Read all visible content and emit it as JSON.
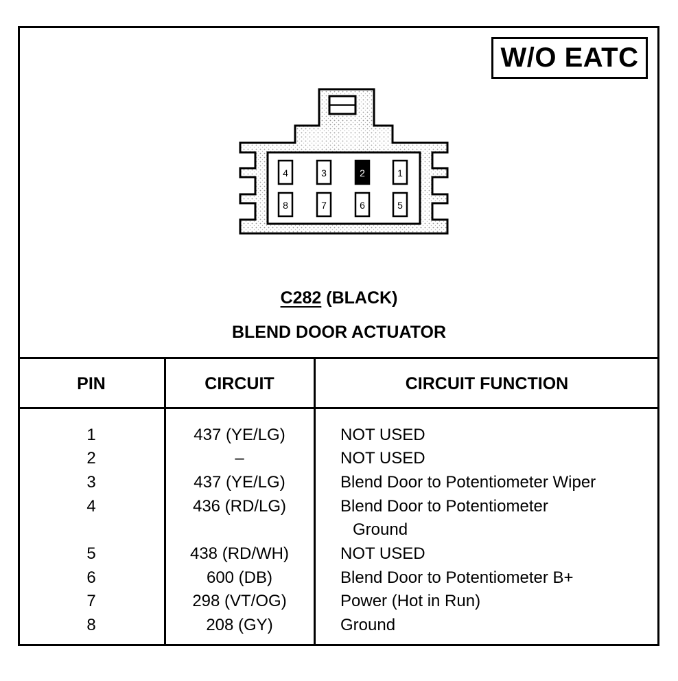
{
  "badge": "W/O EATC",
  "connector": {
    "code": "C282",
    "color_label": "(BLACK)",
    "name": "BLEND DOOR ACTUATOR",
    "pins_top": [
      "4",
      "3",
      "2",
      "1"
    ],
    "pins_bottom": [
      "8",
      "7",
      "6",
      "5"
    ],
    "highlighted_pin": "2"
  },
  "table": {
    "headers": {
      "pin": "PIN",
      "circuit": "CIRCUIT",
      "function": "CIRCUIT FUNCTION"
    },
    "rows": [
      {
        "pin": "1",
        "circuit": "437 (YE/LG)",
        "function": "NOT USED",
        "function2": ""
      },
      {
        "pin": "2",
        "circuit": "–",
        "function": "NOT USED",
        "function2": ""
      },
      {
        "pin": "3",
        "circuit": "437 (YE/LG)",
        "function": "Blend Door to Potentiometer Wiper",
        "function2": ""
      },
      {
        "pin": "4",
        "circuit": "436 (RD/LG)",
        "function": "Blend Door to Potentiometer",
        "function2": "Ground"
      },
      {
        "pin": "5",
        "circuit": "438 (RD/WH)",
        "function": "NOT USED",
        "function2": ""
      },
      {
        "pin": "6",
        "circuit": "600 (DB)",
        "function": "Blend Door to Potentiometer B+",
        "function2": ""
      },
      {
        "pin": "7",
        "circuit": "298 (VT/OG)",
        "function": "Power (Hot in Run)",
        "function2": ""
      },
      {
        "pin": "8",
        "circuit": "208 (GY)",
        "function": "Ground",
        "function2": ""
      }
    ]
  }
}
